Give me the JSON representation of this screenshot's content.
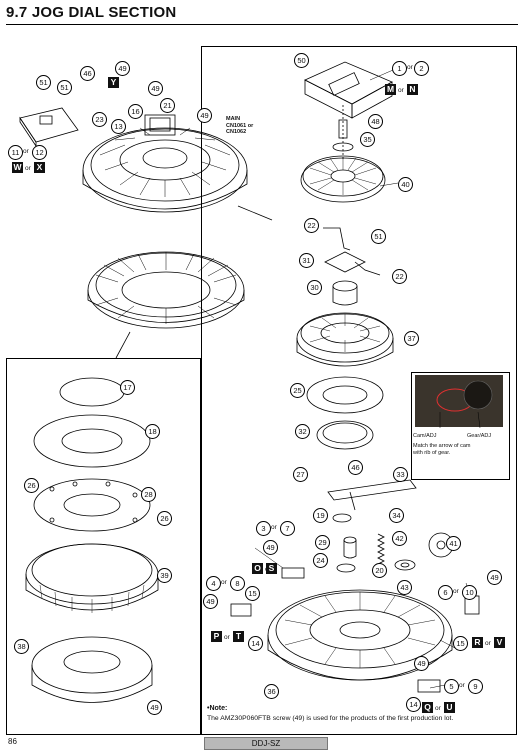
{
  "section_title": "9.7  JOG DIAL SECTION",
  "main_label": "MAIN\nCN1061 or\nCN1062",
  "inset": {
    "cam_label": "Cam/ADJ",
    "gear_label": "Gear/ADJ",
    "caption": "Match the arrow of cam\nwith rib of gear."
  },
  "note": {
    "heading": "•Note:",
    "text": "The AMZ30P060FTB screw (49) is used for the products of the first production lot."
  },
  "page_number": "86",
  "model": "DDJ-SZ",
  "connector_labels": [
    "Y",
    "M",
    "N",
    "W",
    "X",
    "O",
    "S",
    "P",
    "T",
    "R",
    "V",
    "Q",
    "U"
  ],
  "or_text": "or",
  "callouts_top": [
    "51",
    "46",
    "49",
    "49",
    "21",
    "16",
    "13",
    "23",
    "51",
    "11",
    "12",
    "49",
    "50",
    "1",
    "2",
    "48",
    "35",
    "40",
    "22",
    "51",
    "31",
    "22",
    "30",
    "37"
  ],
  "callouts_left": [
    "17",
    "18",
    "26",
    "28",
    "26",
    "39",
    "38",
    "49"
  ],
  "callouts_right": [
    "25",
    "32",
    "46",
    "27",
    "33",
    "34",
    "19",
    "3",
    "7",
    "49",
    "29",
    "42",
    "41",
    "24",
    "20",
    "43",
    "4",
    "8",
    "49",
    "15",
    "14",
    "6",
    "10",
    "49",
    "15",
    "49",
    "36",
    "14",
    "5",
    "9"
  ],
  "colors": {
    "line": "#000000",
    "model_bg": "#b9b9b9",
    "photo": "#3a342c"
  }
}
